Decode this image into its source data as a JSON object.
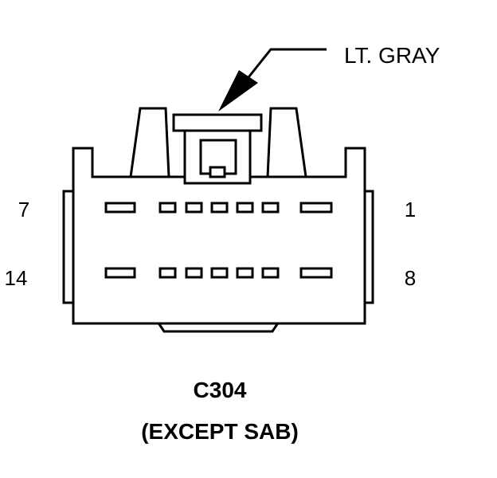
{
  "connector": {
    "color_label": "LT. GRAY",
    "id": "C304",
    "variant": "(EXCEPT SAB)",
    "pin_labels": {
      "top_left": "7",
      "top_right": "1",
      "bottom_left": "14",
      "bottom_right": "8"
    },
    "rows": 2,
    "pins_per_row": 7
  },
  "colors": {
    "line": "#000000",
    "background": "#ffffff"
  }
}
